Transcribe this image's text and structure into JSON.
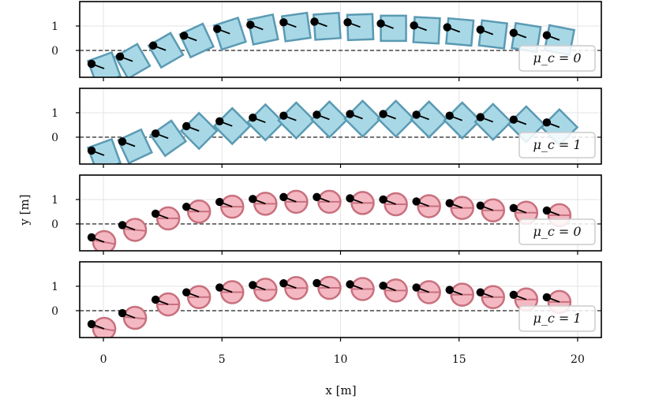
{
  "chart_data": [
    {
      "type": "scatter",
      "shape": "square",
      "legend": "μ_c = 0",
      "legend_loc": "lower right",
      "color": "#a8d8e6",
      "edge_color": "#5a9ab3",
      "ylim": [
        -1.1,
        2.0
      ],
      "yticks": [
        0,
        1
      ],
      "x": [
        -0.5,
        0.7,
        2.1,
        3.4,
        4.8,
        6.2,
        7.6,
        8.9,
        10.3,
        11.7,
        13.1,
        14.5,
        15.9,
        17.3,
        18.7
      ],
      "y": [
        -0.55,
        -0.25,
        0.2,
        0.6,
        0.88,
        1.05,
        1.15,
        1.18,
        1.15,
        1.1,
        1.02,
        0.95,
        0.85,
        0.72,
        0.62
      ],
      "angle_deg": [
        20,
        30,
        30,
        25,
        18,
        12,
        8,
        4,
        2,
        0,
        -3,
        -5,
        -7,
        -9,
        -11
      ]
    },
    {
      "type": "scatter",
      "shape": "square",
      "legend": "μ_c = 1",
      "legend_loc": "lower right",
      "color": "#a8d8e6",
      "edge_color": "#5a9ab3",
      "ylim": [
        -1.1,
        2.0
      ],
      "yticks": [
        0,
        1
      ],
      "x": [
        -0.5,
        0.8,
        2.2,
        3.5,
        4.9,
        6.3,
        7.6,
        9.0,
        10.4,
        11.8,
        13.2,
        14.6,
        15.9,
        17.3,
        18.7
      ],
      "y": [
        -0.55,
        -0.18,
        0.15,
        0.45,
        0.65,
        0.8,
        0.88,
        0.92,
        0.95,
        0.95,
        0.92,
        0.88,
        0.82,
        0.72,
        0.6
      ],
      "angle_deg": [
        20,
        25,
        35,
        45,
        45,
        45,
        45,
        45,
        45,
        45,
        45,
        45,
        45,
        45,
        45
      ]
    },
    {
      "type": "scatter",
      "shape": "circle",
      "legend": "μ_c = 0",
      "legend_loc": "lower right",
      "color": "#f4b8c2",
      "edge_color": "#c8707e",
      "ylim": [
        -1.1,
        2.0
      ],
      "yticks": [
        0,
        1
      ],
      "x": [
        -0.5,
        0.8,
        2.2,
        3.5,
        4.9,
        6.3,
        7.6,
        9.0,
        10.4,
        11.8,
        13.2,
        14.6,
        15.9,
        17.3,
        18.7
      ],
      "y": [
        -0.55,
        -0.05,
        0.42,
        0.7,
        0.9,
        1.02,
        1.1,
        1.1,
        1.05,
        1.0,
        0.92,
        0.85,
        0.75,
        0.65,
        0.55
      ],
      "angle_deg": [
        35,
        40,
        45,
        45,
        45,
        45,
        45,
        45,
        45,
        45,
        45,
        45,
        45,
        45,
        45
      ]
    },
    {
      "type": "scatter",
      "shape": "circle",
      "legend": "μ_c = 1",
      "legend_loc": "lower right",
      "color": "#f4b8c2",
      "edge_color": "#c8707e",
      "ylim": [
        -1.1,
        2.0
      ],
      "yticks": [
        0,
        1
      ],
      "x": [
        -0.5,
        0.8,
        2.2,
        3.5,
        4.9,
        6.3,
        7.6,
        9.0,
        10.4,
        11.8,
        13.2,
        14.6,
        15.9,
        17.3,
        18.7
      ],
      "y": [
        -0.55,
        -0.1,
        0.45,
        0.75,
        0.95,
        1.05,
        1.12,
        1.13,
        1.08,
        1.02,
        0.95,
        0.85,
        0.75,
        0.65,
        0.55
      ],
      "angle_deg": [
        35,
        40,
        45,
        45,
        45,
        45,
        45,
        45,
        45,
        45,
        45,
        45,
        45,
        45,
        45
      ]
    }
  ],
  "axes": {
    "xlabel": "x [m]",
    "ylabel": "y [m]",
    "xlim": [
      -1,
      21
    ],
    "xticks": [
      0,
      5,
      10,
      15,
      20
    ],
    "reference_line_y": 0,
    "grid": true
  }
}
